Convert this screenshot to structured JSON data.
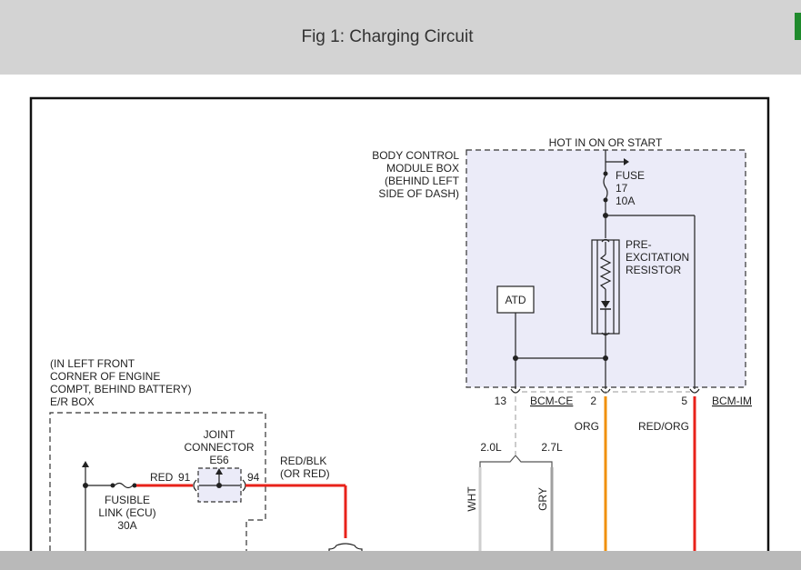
{
  "header": {
    "title": "Fig 1: Charging Circuit"
  },
  "diagram": {
    "hot_label": "HOT IN ON OR START",
    "bcm_box": [
      "BODY CONTROL",
      "MODULE BOX",
      "(BEHIND LEFT",
      "SIDE OF DASH)"
    ],
    "fuse": [
      "FUSE",
      "17",
      "10A"
    ],
    "resistor": [
      "PRE-",
      "EXCITATION",
      "RESISTOR"
    ],
    "atd": "ATD",
    "connectors": {
      "pin_13": "13",
      "bcm_ce": "BCM-CE",
      "pin_2": "2",
      "pin_5": "5",
      "bcm_im": "BCM-IM"
    },
    "wires": {
      "org": "ORG",
      "red_org": "RED/ORG",
      "red": "RED",
      "red_blk": [
        "RED/BLK",
        "(OR RED)"
      ],
      "wht": "WHT",
      "gry": "GRY"
    },
    "engines": {
      "left": "2.0L",
      "right": "2.7L"
    },
    "er_box": [
      "(IN LEFT FRONT",
      "CORNER OF ENGINE",
      "COMPT, BEHIND BATTERY)",
      "E/R BOX"
    ],
    "joint": [
      "JOINT",
      "CONNECTOR",
      "E56"
    ],
    "pins": {
      "p91": "91",
      "p94": "94"
    },
    "fusible": [
      "FUSIBLE",
      "LINK (ECU)",
      "30A"
    ]
  },
  "colors": {
    "header_bg": "#d3d3d3",
    "box_fill": "#ebebf8",
    "orange_wire": "#f0900a",
    "red_wire": "#e8221a",
    "gray_wire": "#a0a0a0",
    "light_wire": "#cfcfcf"
  }
}
